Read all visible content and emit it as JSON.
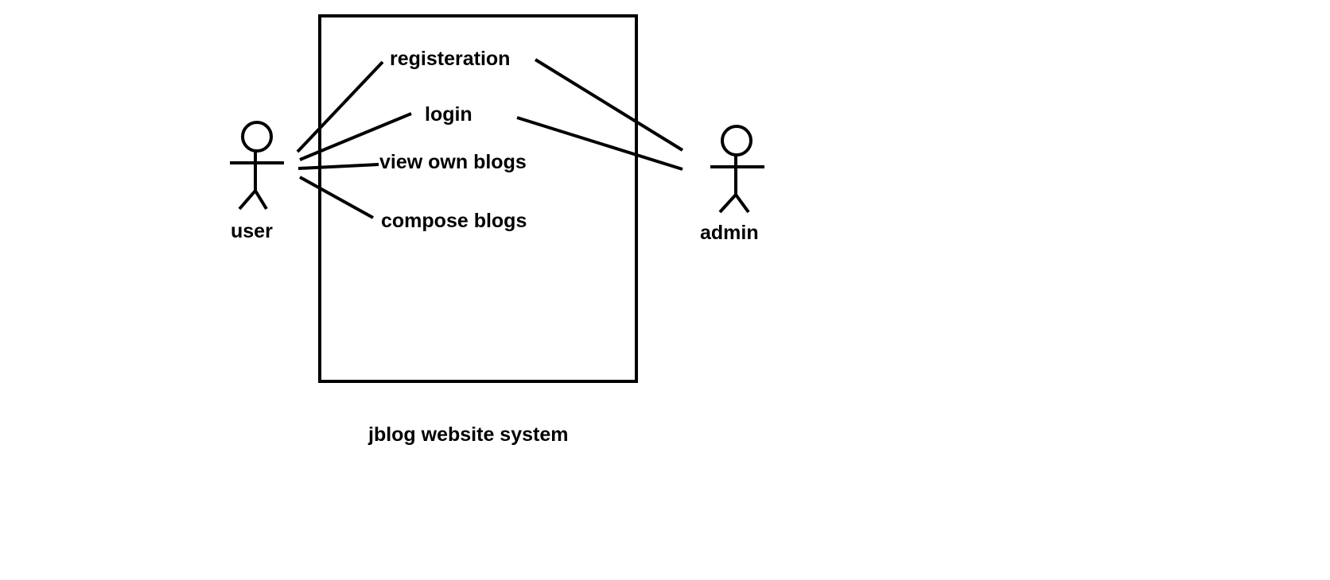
{
  "diagram": {
    "system_label": "jblog website system",
    "actors": {
      "user": "user",
      "admin": "admin"
    },
    "use_cases": {
      "registration": "registeration",
      "login": "login",
      "view_own_blogs": "view own blogs",
      "compose_blogs": "compose blogs"
    },
    "stroke_color": "#000000"
  }
}
